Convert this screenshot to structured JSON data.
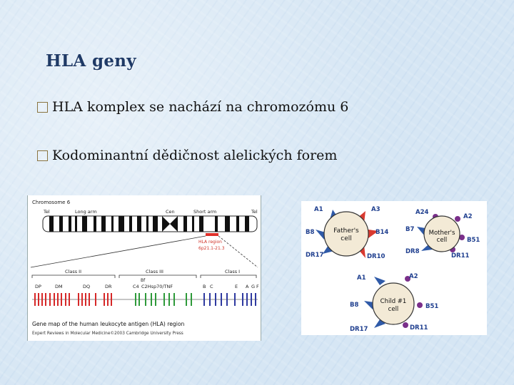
{
  "slide": {
    "title": "HLA geny",
    "bullets": [
      "HLA komplex se nachází na chromozómu 6",
      "Kodominantní dědičnost alelických forem"
    ]
  },
  "chromosome_figure": {
    "heading": "Chromosome 6",
    "labels": {
      "tel_left": "Tel",
      "long_arm": "Long arm",
      "cen": "Cen",
      "short_arm": "Short arm",
      "tel_right": "Tel"
    },
    "region_label": "HLA region",
    "region_band": "6p21.1-21.3",
    "classes": [
      "Class II",
      "Class III",
      "Class I"
    ],
    "bf_label": "Bf",
    "genes": [
      "DP",
      "DM",
      "DQ",
      "DR",
      "C4",
      "C2Hsp70/TNF",
      "B",
      "C",
      "E",
      "A",
      "G",
      "F"
    ],
    "caption": "Gene map of the human leukocyte antigen (HLA) region",
    "credit": "Expert Reviews in Molecular Medicine©2003 Cambridge University Press"
  },
  "cells_figure": {
    "father": {
      "label_line1": "Father's",
      "label_line2": "cell",
      "antigens": [
        "A1",
        "A3",
        "B8",
        "B14",
        "DR17",
        "DR10"
      ]
    },
    "mother": {
      "label_line1": "Mother's",
      "label_line2": "cell",
      "antigens": [
        "A24",
        "A2",
        "B7",
        "B51",
        "DR8",
        "DR11"
      ]
    },
    "child": {
      "label_line1": "Child #1",
      "label_line2": "cell",
      "antigens": [
        "A1",
        "A2",
        "B8",
        "B51",
        "DR17",
        "DR11"
      ]
    },
    "colors": {
      "blue": "#2f5aa8",
      "red": "#d93a30",
      "purple": "#7a2f8a",
      "cell_fill": "#f3ead6",
      "label_text": "#1f3f8f"
    }
  }
}
